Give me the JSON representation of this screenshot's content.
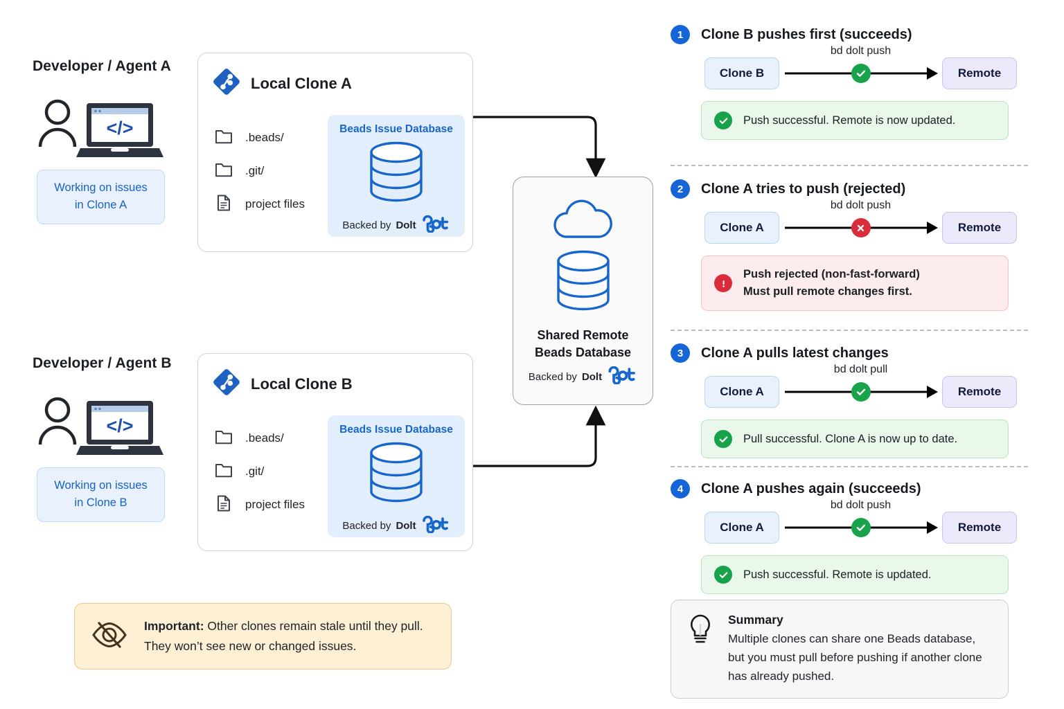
{
  "left": {
    "agents": [
      {
        "title": "Developer / Agent A",
        "chip_line1": "Working on issues",
        "chip_line2": "in Clone A",
        "card_title": "Local Clone A",
        "files": [
          ".beads/",
          ".git/",
          "project files"
        ],
        "beads_title": "Beads Issue Database",
        "beads_backed_prefix": "Backed by",
        "beads_backed_brand": "Dolt"
      },
      {
        "title": "Developer / Agent B",
        "chip_line1": "Working on issues",
        "chip_line2": "in Clone B",
        "card_title": "Local Clone B",
        "files": [
          ".beads/",
          ".git/",
          "project files"
        ],
        "beads_title": "Beads Issue Database",
        "beads_backed_prefix": "Backed by",
        "beads_backed_brand": "Dolt"
      }
    ],
    "remote": {
      "title_line1": "Shared Remote",
      "title_line2": "Beads Database",
      "backed_prefix": "Backed by",
      "backed_brand": "Dolt"
    },
    "important": {
      "label": "Important:",
      "line1": " Other clones remain stale until they pull.",
      "line2": "They won’t see new or changed issues."
    }
  },
  "right": {
    "steps": [
      {
        "number": "1",
        "title": "Clone B pushes first (succeeds)",
        "source": "Clone B",
        "command": "bd dolt push",
        "target": "Remote",
        "status": "ok",
        "result_kind": "good",
        "result_line1": "Push successful. Remote is now updated.",
        "result_line2": ""
      },
      {
        "number": "2",
        "title": "Clone A tries to push (rejected)",
        "source": "Clone A",
        "command": "bd dolt push",
        "target": "Remote",
        "status": "err",
        "result_kind": "bad",
        "result_line1": "Push rejected (non-fast-forward)",
        "result_line2": "Must pull remote changes first."
      },
      {
        "number": "3",
        "title": "Clone A pulls latest changes",
        "source": "Clone A",
        "command": "bd dolt pull",
        "target": "Remote",
        "status": "ok",
        "result_kind": "good",
        "result_line1": "Pull successful. Clone A is now up to date.",
        "result_line2": ""
      },
      {
        "number": "4",
        "title": "Clone A pushes again (succeeds)",
        "source": "Clone A",
        "command": "bd dolt push",
        "target": "Remote",
        "status": "ok",
        "result_kind": "good",
        "result_line1": "Push successful. Remote is updated.",
        "result_line2": ""
      }
    ],
    "summary": {
      "title": "Summary",
      "line1": "Multiple clones can share one Beads database,",
      "line2": "but you must pull before pushing if another clone",
      "line3": "has already pushed."
    }
  },
  "colors": {
    "accent_blue": "#1565d8",
    "git_blue": "#1f61c0",
    "success_green": "#16a34a",
    "error_red": "#d92d3c",
    "warn_bg": "#fdf0d5",
    "clone_bg": "#e8f1fd",
    "remote_bg": "#ece9fb"
  }
}
